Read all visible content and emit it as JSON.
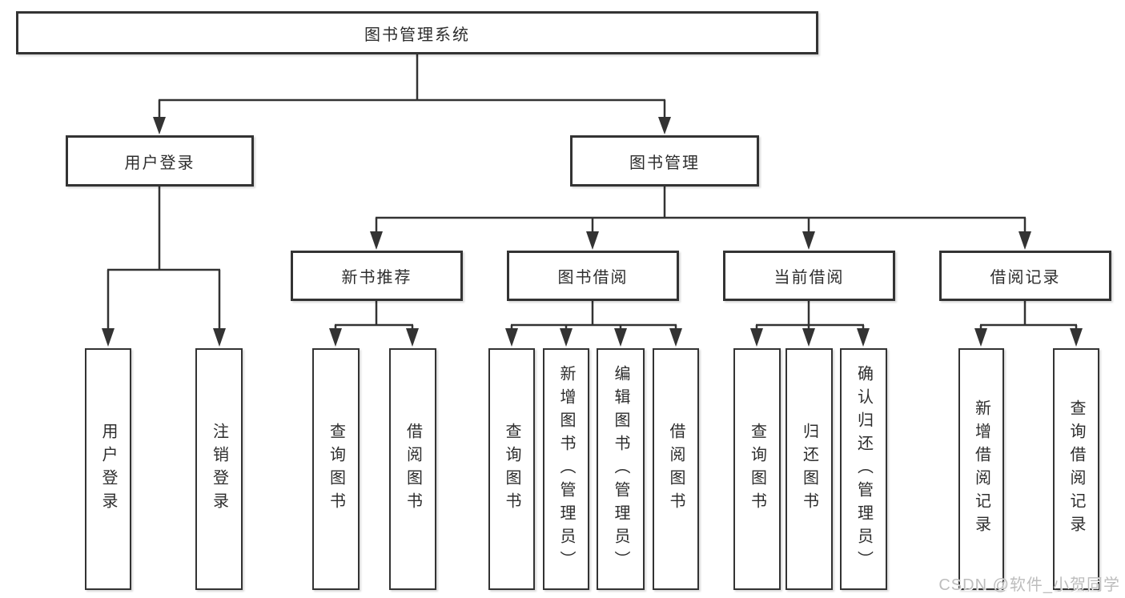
{
  "diagram": {
    "tree": {
      "label": "图书管理系统",
      "children": [
        {
          "label": "用户登录",
          "children": [
            {
              "label": "用户登录"
            },
            {
              "label": "注销登录"
            }
          ]
        },
        {
          "label": "图书管理",
          "children": [
            {
              "label": "新书推荐",
              "children": [
                {
                  "label": "查询图书"
                },
                {
                  "label": "借阅图书"
                }
              ]
            },
            {
              "label": "图书借阅",
              "children": [
                {
                  "label": "查询图书"
                },
                {
                  "label": "新增图书（管理员）"
                },
                {
                  "label": "编辑图书（管理员）"
                },
                {
                  "label": "借阅图书"
                }
              ]
            },
            {
              "label": "当前借阅",
              "children": [
                {
                  "label": "查询图书"
                },
                {
                  "label": "归还图书"
                },
                {
                  "label": "确认归还（管理员）"
                }
              ]
            },
            {
              "label": "借阅记录",
              "children": [
                {
                  "label": "新增借阅记录"
                },
                {
                  "label": "查询借阅记录"
                }
              ]
            }
          ]
        }
      ]
    },
    "colors": {
      "line": "#333333",
      "box_fill": "#ffffff",
      "text": "#2d2d2d",
      "watermark": "#bdbdbd",
      "background": "#ffffff"
    }
  },
  "watermark": {
    "text": "CSDN @软件_小贺同学"
  }
}
